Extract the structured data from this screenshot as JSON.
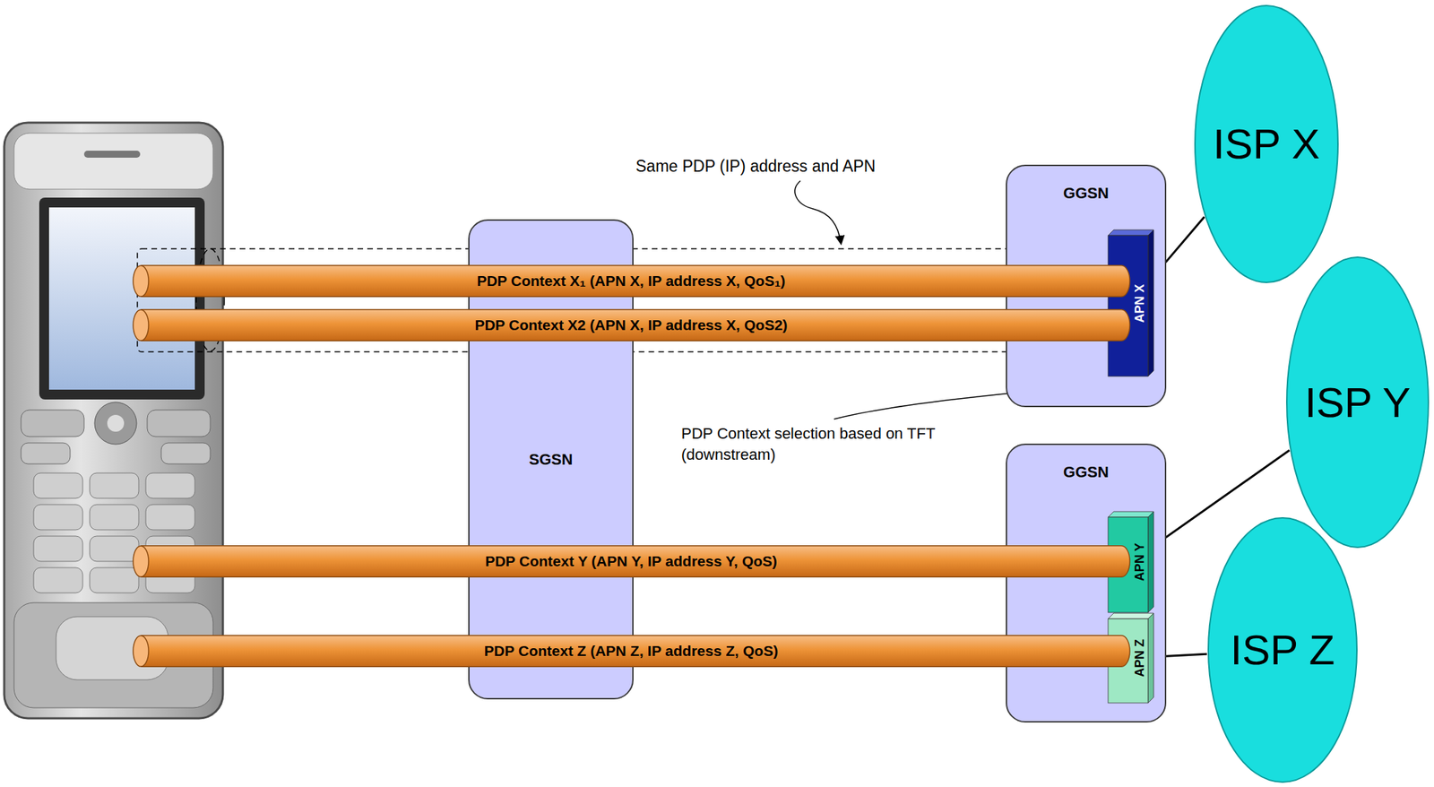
{
  "diagram": {
    "nodes": [
      {
        "text": [
          "GGSN"
        ]
      },
      {
        "text": [
          "APN X"
        ],
        "in": 0
      },
      {
        "text": [
          "ISP X"
        ]
      },
      {
        "text": [
          "PDP Context X₁ (APN X, IP address X, QoS₁)"
        ]
      },
      {
        "text": [
          "PDP Context X2 (APN X, IP address X, QoS2)"
        ]
      },
      {
        "text": [
          "SGSN"
        ]
      },
      {
        "text": [
          "GGSN"
        ]
      },
      {
        "text": [
          "APN Y"
        ],
        "in": 6
      },
      {
        "text": [
          "APN Z"
        ],
        "in": 6
      },
      {
        "text": [
          "ISP Y"
        ]
      },
      {
        "text": [
          "ISP Z"
        ]
      },
      {
        "text": [
          "PDP Context Y (APN Y, IP address Y, QoS)"
        ]
      },
      {
        "text": [
          "PDP Context Z (APN Z, IP address Z, QoS)"
        ]
      }
    ],
    "edges": [
      {
        "from": 1,
        "to": 2,
        "arrow": "none"
      },
      {
        "from": 7,
        "to": 9,
        "arrow": "none"
      },
      {
        "from": 8,
        "to": 10,
        "arrow": "none"
      }
    ],
    "labels": [
      "Same PDP (IP) address and APN",
      "PDP Context selection based on TFT (downstream)"
    ]
  }
}
